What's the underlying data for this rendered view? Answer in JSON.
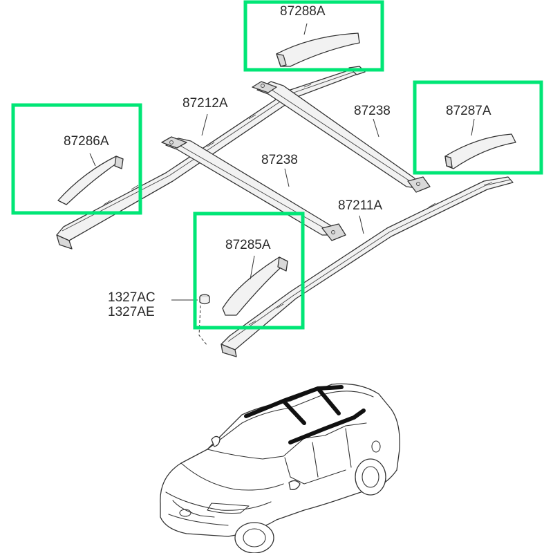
{
  "colors": {
    "highlight": "#00e676",
    "ink": "#333333",
    "background": "#ffffff"
  },
  "labels": {
    "p87288A": "87288A",
    "p87287A": "87287A",
    "p87286A": "87286A",
    "p87285A": "87285A",
    "p87212A": "87212A",
    "p87211A": "87211A",
    "p87238_rear": "87238",
    "p87238_front": "87238",
    "p1327AC": "1327AC",
    "p1327AE": "1327AE"
  },
  "highlighted_parts": [
    "87288A",
    "87287A",
    "87286A",
    "87285A"
  ]
}
